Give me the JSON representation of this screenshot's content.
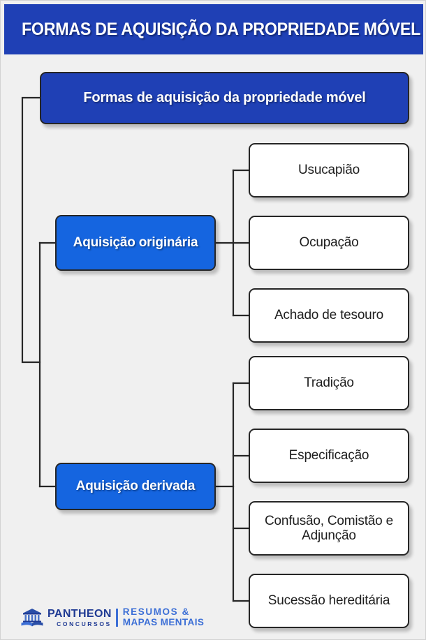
{
  "header": {
    "title": "FORMAS DE AQUISIÇÃO DA PROPRIEDADE MÓVEL",
    "background_color": "#1f40b5",
    "text_color": "#ffffff"
  },
  "colors": {
    "page_background": "#f0f0f0",
    "root_node": "#1f40b5",
    "branch_node": "#1565e0",
    "leaf_node": "#ffffff",
    "node_border": "#262626",
    "connector_line": "#262626",
    "logo_dark_blue": "#1f3a93",
    "logo_light_blue": "#3c6fd6"
  },
  "diagram": {
    "type": "mindmap-tree",
    "orientation": "left-to-right",
    "root": {
      "label": "Formas de aquisição da propriedade móvel"
    },
    "branches": [
      {
        "label": "Aquisição originária",
        "children": [
          {
            "label": "Usucapião"
          },
          {
            "label": "Ocupação"
          },
          {
            "label": "Achado de tesouro"
          }
        ]
      },
      {
        "label": "Aquisição derivada",
        "children": [
          {
            "label": "Tradição"
          },
          {
            "label": "Especificação"
          },
          {
            "label": "Confusão, Comistão e Adjunção"
          },
          {
            "label": "Sucessão hereditária"
          }
        ]
      }
    ]
  },
  "footer": {
    "logo": {
      "icon": "pantheon-building-book-icon",
      "brand_name": "PANTHEON",
      "brand_subtitle": "CONCURSOS",
      "tagline_line1": "RESUMOS &",
      "tagline_line2": "MAPAS MENTAIS"
    }
  }
}
